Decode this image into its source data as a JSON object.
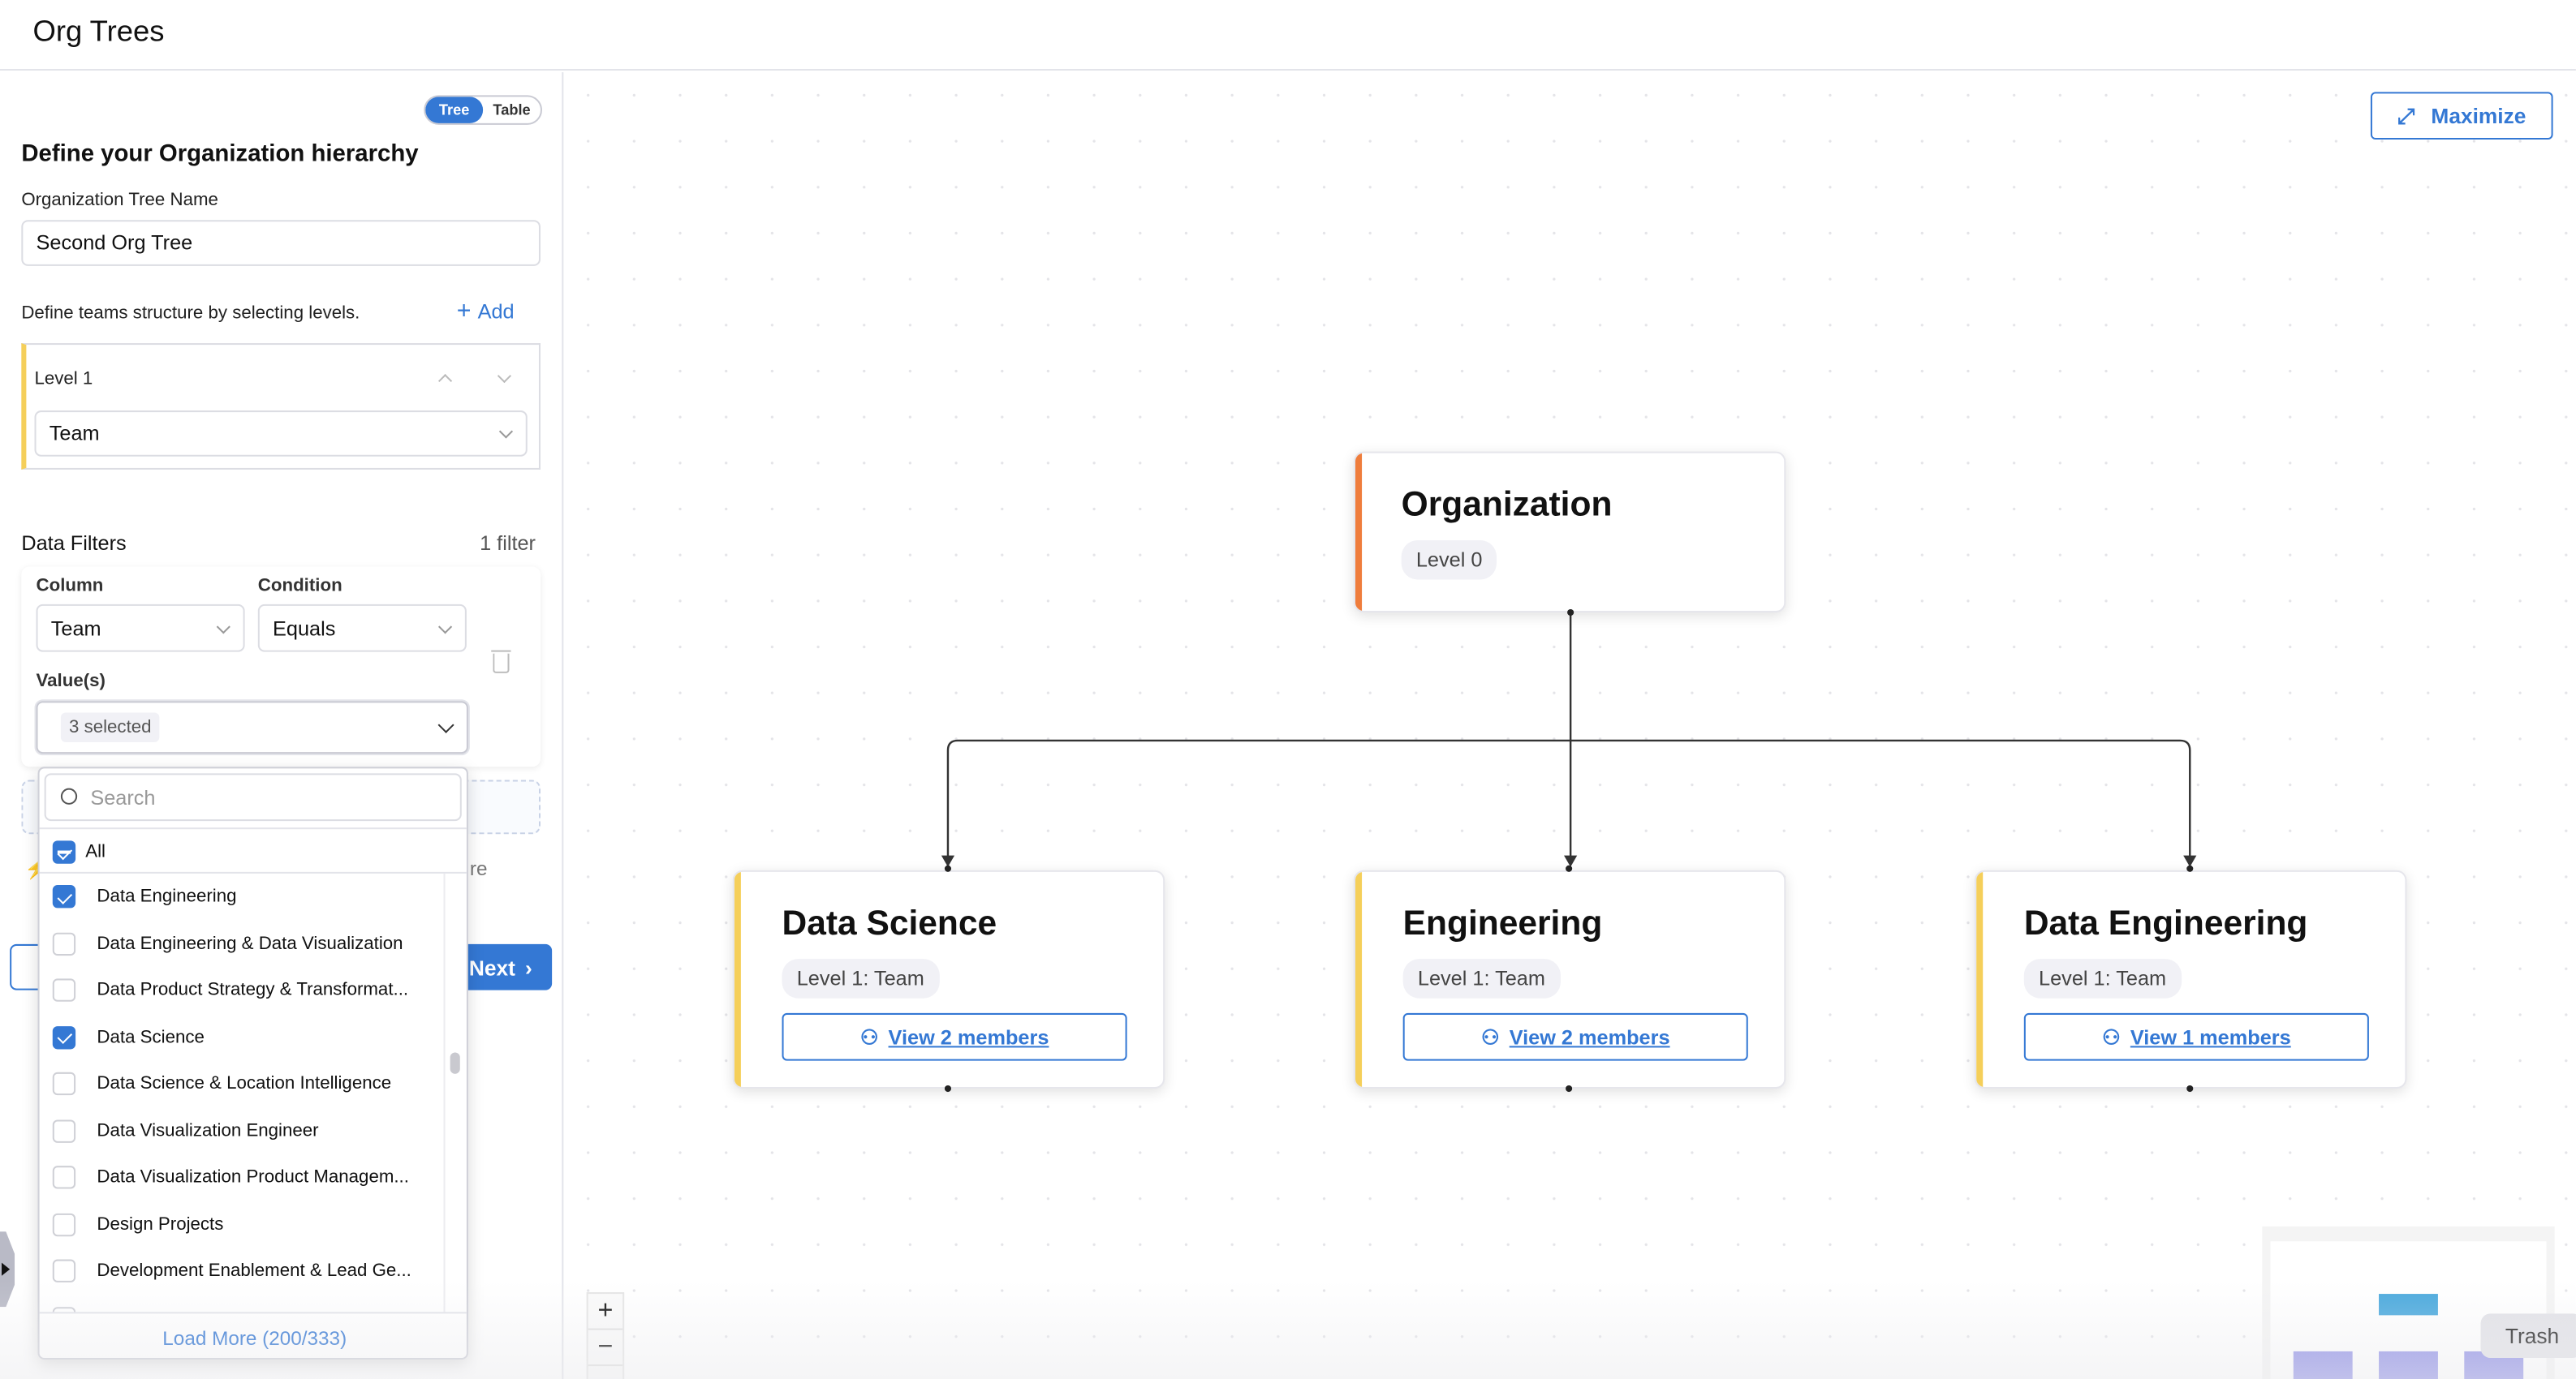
{
  "header": {
    "title": "Org Trees"
  },
  "panel": {
    "view_toggle": {
      "options": [
        "Tree",
        "Table"
      ],
      "selected": "Tree"
    },
    "heading": "Define your Organization hierarchy",
    "tree_name_label": "Organization Tree Name",
    "tree_name_value": "Second Org Tree",
    "levels_hint": "Define teams structure by selecting levels.",
    "add_label": "Add",
    "level": {
      "label": "Level 1",
      "value": "Team"
    },
    "filters_title": "Data Filters",
    "filters_count": "1 filter",
    "filter": {
      "column_label": "Column",
      "column_value": "Team",
      "condition_label": "Condition",
      "condition_value": "Equals",
      "values_label": "Value(s)",
      "values_chip": "3 selected"
    },
    "hidden_text_fragment": "re",
    "next_label": "Next"
  },
  "dropdown": {
    "search_placeholder": "Search",
    "all_label": "All",
    "items": [
      {
        "label": "Data Engineering",
        "checked": true
      },
      {
        "label": "Data Engineering & Data Visualization",
        "checked": false
      },
      {
        "label": "Data Product Strategy & Transformat...",
        "checked": false
      },
      {
        "label": "Data Science",
        "checked": true
      },
      {
        "label": "Data Science & Location Intelligence",
        "checked": false
      },
      {
        "label": "Data Visualization Engineer",
        "checked": false
      },
      {
        "label": "Data Visualization Product Managem...",
        "checked": false
      },
      {
        "label": "Design Projects",
        "checked": false
      },
      {
        "label": "Development Enablement & Lead Ge...",
        "checked": false
      }
    ],
    "load_more": "Load More (200/333)"
  },
  "canvas": {
    "maximize_label": "Maximize",
    "root": {
      "title": "Organization",
      "level": "Level 0",
      "color": "#ef7d3c"
    },
    "children": [
      {
        "title": "Data Science",
        "level": "Level 1: Team",
        "members": "View 2 members",
        "color": "#f5cf5a"
      },
      {
        "title": "Engineering",
        "level": "Level 1: Team",
        "members": "View 2 members",
        "color": "#f5cf5a"
      },
      {
        "title": "Data Engineering",
        "level": "Level 1: Team",
        "members": "View 1 members",
        "color": "#f5cf5a"
      }
    ],
    "zoom_in": "+",
    "zoom_out": "−",
    "tooltip": "Trash"
  },
  "colors": {
    "accent": "#3478d4"
  }
}
